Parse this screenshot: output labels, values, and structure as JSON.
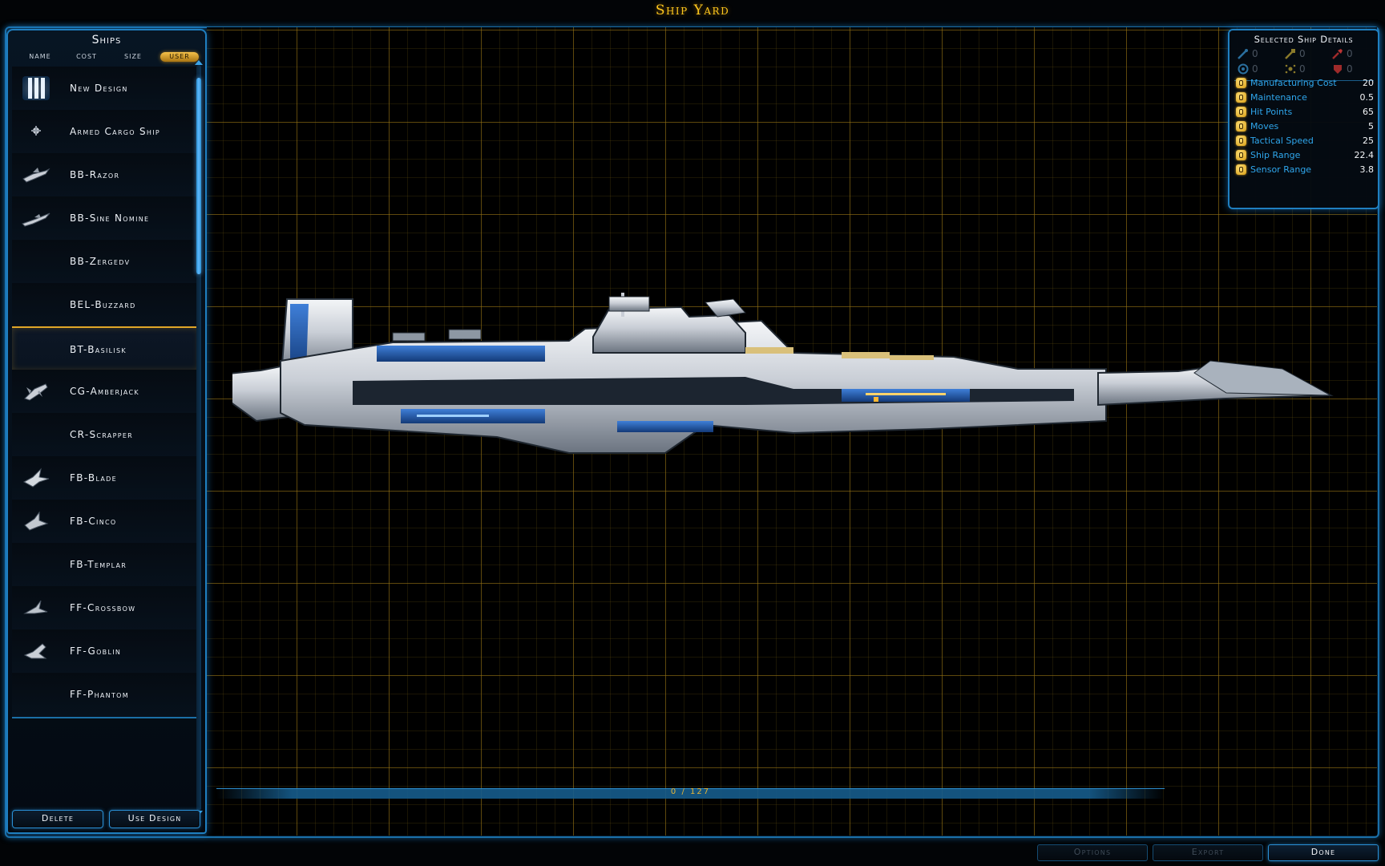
{
  "title": "Ship Yard",
  "ships_panel": {
    "title": "Ships",
    "sort_tabs": [
      {
        "label": "NAME",
        "active": false
      },
      {
        "label": "COST",
        "active": false
      },
      {
        "label": "SIZE",
        "active": false
      },
      {
        "label": "USER",
        "active": true
      }
    ],
    "items": [
      {
        "name": "New Design",
        "icon": "new-design-icon",
        "selected": false
      },
      {
        "name": "Armed Cargo Ship",
        "icon": "cargo-ship-icon",
        "selected": false
      },
      {
        "name": "BB-Razor",
        "icon": "battleship-icon",
        "selected": false
      },
      {
        "name": "BB-Sine Nomine",
        "icon": "battleship-icon",
        "selected": false
      },
      {
        "name": "BB-Zergedv",
        "icon": "",
        "selected": false
      },
      {
        "name": "BEL-Buzzard",
        "icon": "",
        "selected": false
      },
      {
        "name": "BT-Basilisk",
        "icon": "",
        "selected": true
      },
      {
        "name": "CG-Amberjack",
        "icon": "cruiser-icon",
        "selected": false
      },
      {
        "name": "CR-Scrapper",
        "icon": "",
        "selected": false
      },
      {
        "name": "FB-Blade",
        "icon": "fighter-bomber-icon",
        "selected": false
      },
      {
        "name": "FB-Cinco",
        "icon": "fighter-bomber-icon",
        "selected": false
      },
      {
        "name": "FB-Templar",
        "icon": "",
        "selected": false
      },
      {
        "name": "FF-Crossbow",
        "icon": "fighter-icon",
        "selected": false
      },
      {
        "name": "FF-Goblin",
        "icon": "fighter-icon",
        "selected": false
      },
      {
        "name": "FF-Phantom",
        "icon": "",
        "selected": false
      }
    ],
    "buttons": {
      "delete": "Delete",
      "use_design": "Use Design"
    }
  },
  "details": {
    "title": "Selected Ship Details",
    "weapons": [
      {
        "icon": "beam-weapon-icon",
        "value": "0",
        "color": "#2a6f9e"
      },
      {
        "icon": "mass-driver-icon",
        "value": "0",
        "color": "#8a7a2a"
      },
      {
        "icon": "missile-icon",
        "value": "0",
        "color": "#9e2a2a"
      },
      {
        "icon": "shield-defense-icon",
        "value": "0",
        "color": "#2a6f9e"
      },
      {
        "icon": "point-defense-icon",
        "value": "0",
        "color": "#8a7a2a"
      },
      {
        "icon": "armor-icon",
        "value": "0",
        "color": "#9e2a2a"
      }
    ],
    "stats": [
      {
        "label": "Manufacturing Cost",
        "value": "20"
      },
      {
        "label": "Maintenance",
        "value": "0.5"
      },
      {
        "label": "Hit Points",
        "value": "65"
      },
      {
        "label": "Moves",
        "value": "5"
      },
      {
        "label": "Tactical Speed",
        "value": "25"
      },
      {
        "label": "Ship Range",
        "value": "22.4"
      },
      {
        "label": "Sensor Range",
        "value": "3.8"
      }
    ]
  },
  "capacity": {
    "text": "0 / 127",
    "used": 0,
    "total": 127
  },
  "bottom_buttons": {
    "options": "Options",
    "export": "Export",
    "done": "Done"
  },
  "colors": {
    "accent": "#1f7fc0",
    "title": "#ffc81e",
    "stat_label": "#2fa6ec",
    "highlight": "#e0a628"
  }
}
